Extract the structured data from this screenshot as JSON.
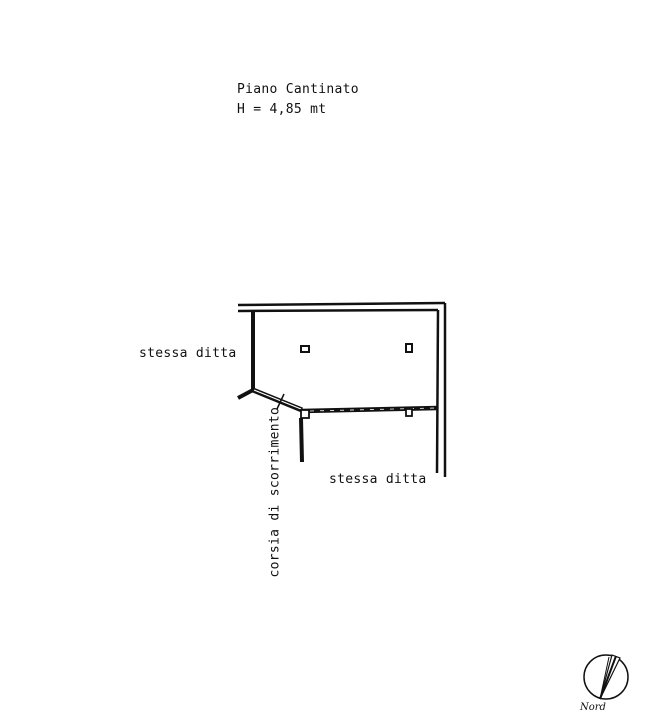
{
  "drawing": {
    "title_line1": "Piano Cantinato",
    "title_line2": "H = 4,85 mt",
    "labels": {
      "west_neighbor": "stessa ditta",
      "south_neighbor": "stessa ditta",
      "corridor": "corsia di scorrimento"
    },
    "north_arrow": {
      "label": "Nord"
    },
    "colors": {
      "line": "#111111",
      "background": "#ffffff"
    }
  }
}
